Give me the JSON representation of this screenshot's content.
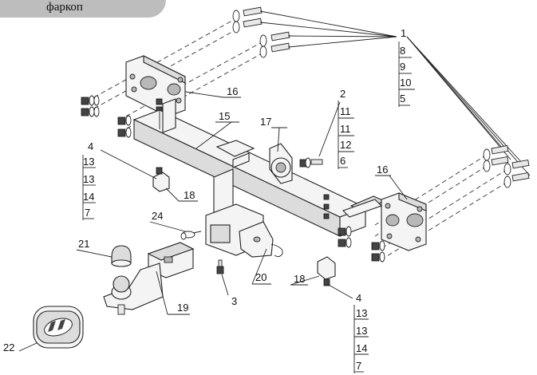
{
  "title": "фаркоп",
  "callouts": {
    "c1": {
      "label": "1",
      "subs": [
        "8",
        "9",
        "10",
        "5"
      ]
    },
    "c2": {
      "label": "2",
      "subs": [
        "11",
        "11",
        "12",
        "6"
      ]
    },
    "c4a": {
      "label": "4",
      "subs": [
        "13",
        "13",
        "14",
        "7"
      ]
    },
    "c4b": {
      "label": "4",
      "subs": [
        "13",
        "13",
        "14",
        "7"
      ]
    },
    "c15": "15",
    "c16a": "16",
    "c16b": "16",
    "c17": "17",
    "c18a": "18",
    "c18b": "18",
    "c19": "19",
    "c20": "20",
    "c21": "21",
    "c22": "22",
    "c24": "24",
    "c3": "3"
  }
}
